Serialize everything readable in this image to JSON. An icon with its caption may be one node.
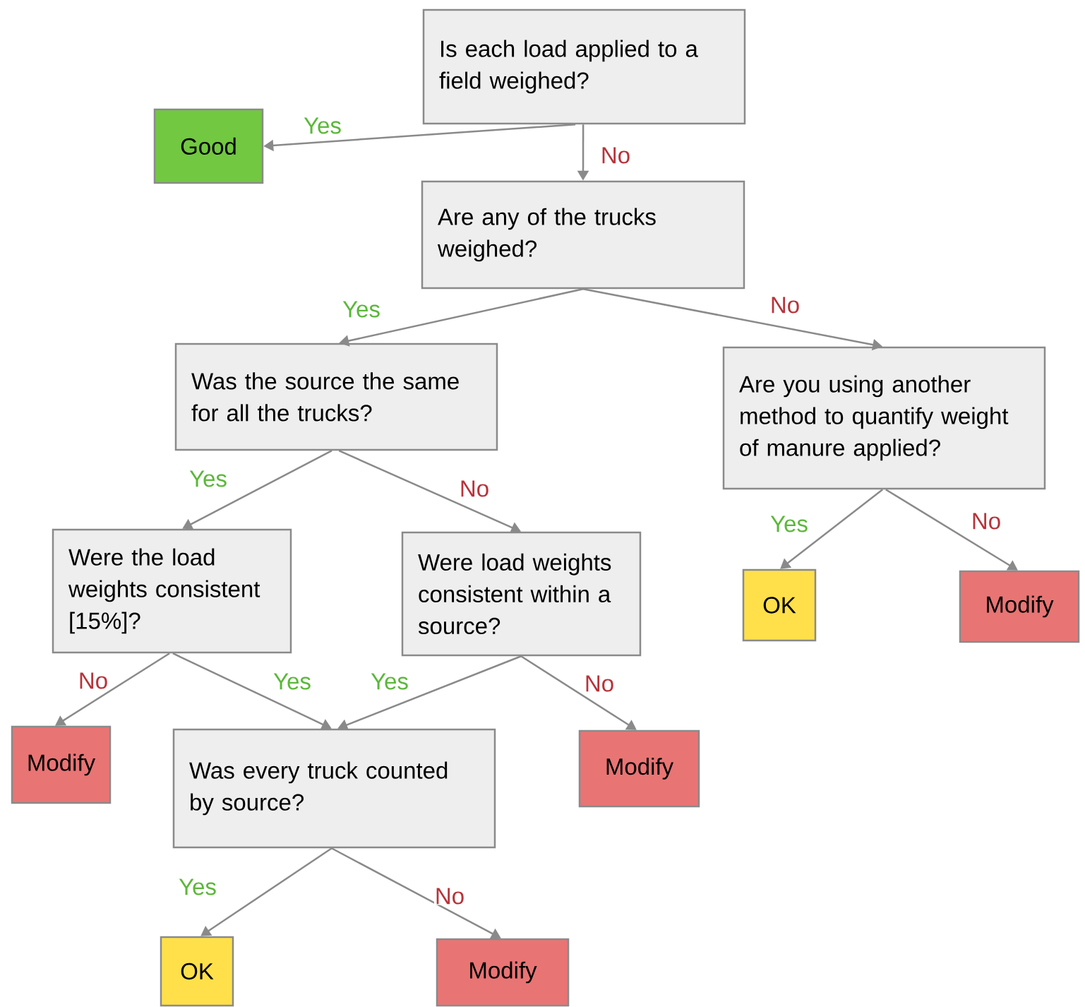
{
  "diagram": {
    "nodes": [
      {
        "text": [
          "Is each load applied to a field weighed?"
        ]
      },
      {
        "text": [
          "Good"
        ]
      },
      {
        "text": [
          "Are any of the trucks weighed?"
        ]
      },
      {
        "text": [
          "Was the source the same for all the trucks?"
        ]
      },
      {
        "text": [
          "Are you using another method to quantify weight of manure applied?"
        ]
      },
      {
        "text": [
          "Were the load weights consistent [15%]?"
        ]
      },
      {
        "text": [
          "Were load weights consistent within a source?"
        ]
      },
      {
        "text": [
          "OK"
        ]
      },
      {
        "text": [
          "Modify"
        ]
      },
      {
        "text": [
          "Modify"
        ]
      },
      {
        "text": [
          "Was every truck counted by source?"
        ]
      },
      {
        "text": [
          "Modify"
        ]
      },
      {
        "text": [
          "OK"
        ]
      },
      {
        "text": [
          "Modify"
        ]
      }
    ],
    "edges": [
      {
        "from": 0,
        "to": 1,
        "arrow": "to",
        "label": "Yes"
      },
      {
        "from": 0,
        "to": 2,
        "arrow": "to",
        "label": "No"
      },
      {
        "from": 2,
        "to": 3,
        "arrow": "to",
        "label": "Yes"
      },
      {
        "from": 2,
        "to": 4,
        "arrow": "to",
        "label": "No"
      },
      {
        "from": 3,
        "to": 5,
        "arrow": "to",
        "label": "Yes"
      },
      {
        "from": 3,
        "to": 6,
        "arrow": "to",
        "label": "No"
      },
      {
        "from": 4,
        "to": 7,
        "arrow": "to",
        "label": "Yes"
      },
      {
        "from": 4,
        "to": 8,
        "arrow": "to",
        "label": "No"
      },
      {
        "from": 5,
        "to": 9,
        "arrow": "to",
        "label": "No"
      },
      {
        "from": 5,
        "to": 10,
        "arrow": "to",
        "label": "Yes"
      },
      {
        "from": 6,
        "to": 10,
        "arrow": "to",
        "label": "Yes"
      },
      {
        "from": 6,
        "to": 11,
        "arrow": "to",
        "label": "No"
      },
      {
        "from": 10,
        "to": 12,
        "arrow": "to",
        "label": "Yes"
      },
      {
        "from": 10,
        "to": 13,
        "arrow": "to",
        "label": "No"
      }
    ]
  }
}
